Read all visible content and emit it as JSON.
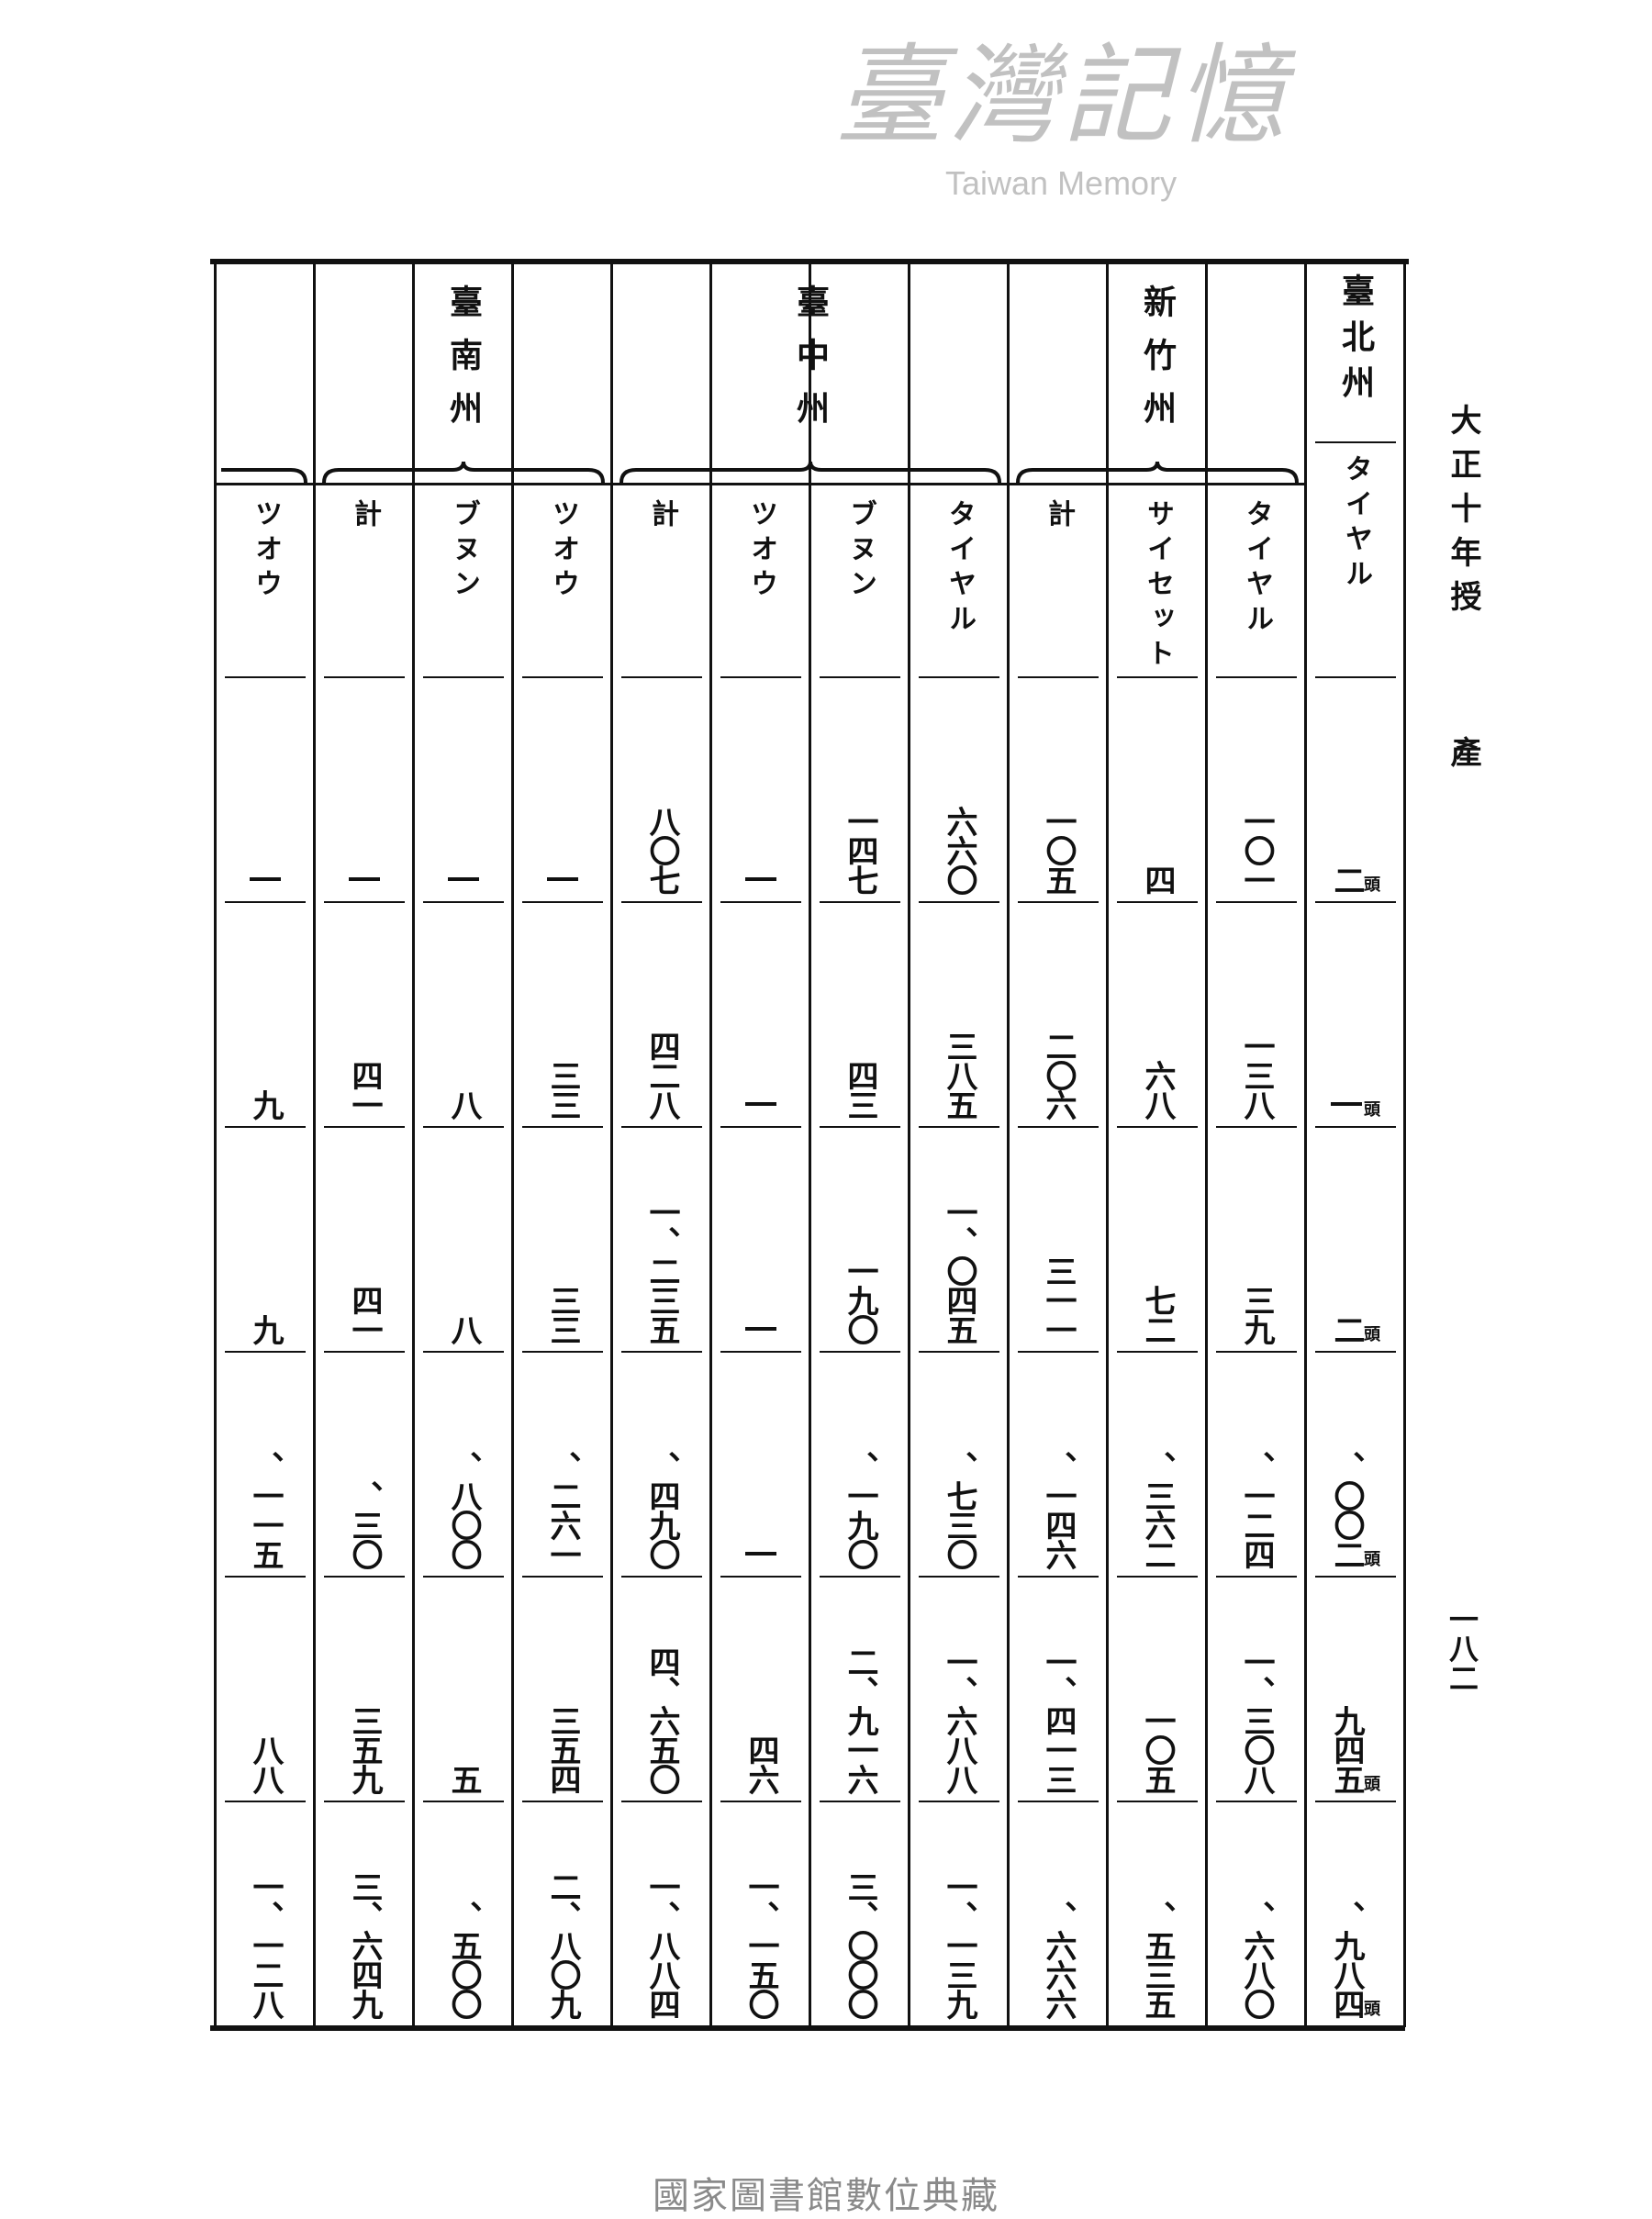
{
  "side_title": {
    "part1": "大正十年授",
    "part2": "產"
  },
  "page_number": "一八二",
  "footer": "國家圖書館數位典藏",
  "watermark": {
    "main": "臺灣記憶",
    "sub": "Taiwan Memory"
  },
  "table": {
    "groups": [
      {
        "name": "臺北州",
        "span": 1,
        "brace": false
      },
      {
        "name": "新竹州",
        "span": 3,
        "brace": true
      },
      {
        "name": "臺中州",
        "span": 4,
        "brace": true
      },
      {
        "name": "臺南州",
        "span": 3,
        "brace": true
      },
      {
        "span": 1,
        "brace": "partial"
      }
    ],
    "unit": "頭",
    "columns": [
      {
        "header": "タイヤル",
        "values": [
          "二",
          "―",
          "二",
          "、〇〇二",
          "九四五",
          "、九八四"
        ],
        "unit": true
      },
      {
        "header": "タイヤル",
        "values": [
          "一〇一",
          "一三八",
          "三九",
          "、一二四",
          "一、三〇八",
          "、六八〇"
        ]
      },
      {
        "header": "サイセット",
        "values": [
          "四",
          "六八",
          "七二",
          "、三六二",
          "一〇五",
          "、五三五"
        ]
      },
      {
        "header": "計",
        "values": [
          "一〇五",
          "二〇六",
          "三一一",
          "、一四六",
          "一、四一三",
          "、六六六"
        ]
      },
      {
        "header": "タイヤル",
        "values": [
          "六六〇",
          "三八五",
          "一、〇四五",
          "、七三〇",
          "一、六八八",
          "一、一三九"
        ]
      },
      {
        "header": "ブヌン",
        "values": [
          "一四七",
          "四三",
          "一九〇",
          "、一九〇",
          "二、九一六",
          "三、〇〇〇"
        ]
      },
      {
        "header": "ツオウ",
        "values": [
          "―",
          "―",
          "―",
          "―",
          "四六",
          "一、一五〇"
        ]
      },
      {
        "header": "計",
        "values": [
          "八〇七",
          "四二八",
          "一、二三五",
          "、四九〇",
          "四、六五〇",
          "一、八八四"
        ]
      },
      {
        "header": "ツオウ",
        "values": [
          "―",
          "三三",
          "三三",
          "、二六一",
          "三五四",
          "二、八〇九"
        ]
      },
      {
        "header": "ブヌン",
        "values": [
          "―",
          "八",
          "八",
          "、八〇〇",
          "五",
          "、五〇〇"
        ]
      },
      {
        "header": "計",
        "values": [
          "―",
          "四一",
          "四一",
          "、三〇",
          "三五九",
          "三、六四九"
        ]
      },
      {
        "header": "ツオウ",
        "values": [
          "―",
          "九",
          "九",
          "、一一五",
          "八八",
          "一、一二八"
        ]
      }
    ]
  }
}
